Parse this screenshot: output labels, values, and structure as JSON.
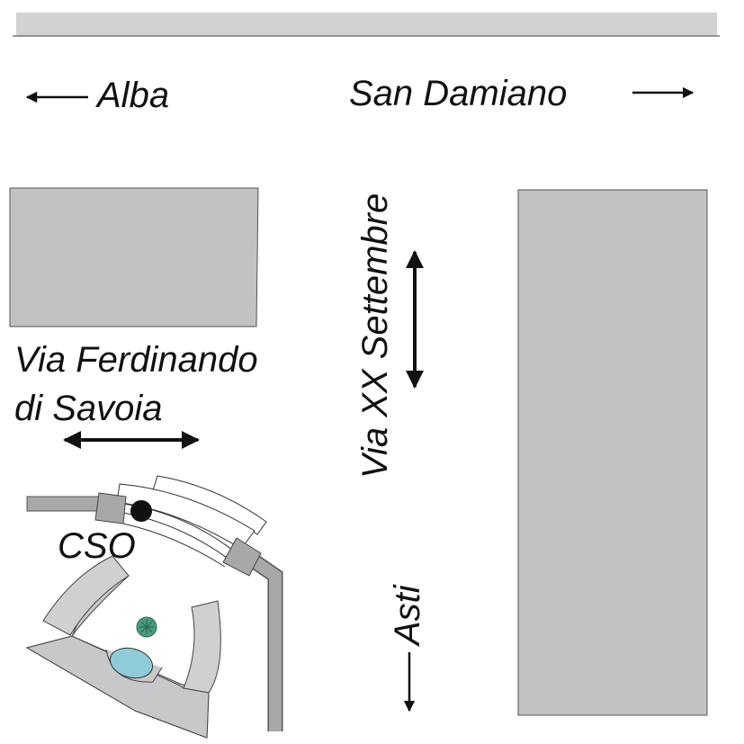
{
  "labels": {
    "alba": "Alba",
    "san_damiano": "San Damiano",
    "via_ferdinando_line1": "Via Ferdinando",
    "via_ferdinando_line2": "di Savoia",
    "via_xx_settembre": "Via XX Settembre",
    "asti": "Asti",
    "cso": "CSO"
  },
  "colors": {
    "building": "#c2c2c4",
    "pipe": "#a8a8aa",
    "water": "#8fcbd8",
    "tree": "#4d9a7e",
    "marker": "#111111"
  }
}
